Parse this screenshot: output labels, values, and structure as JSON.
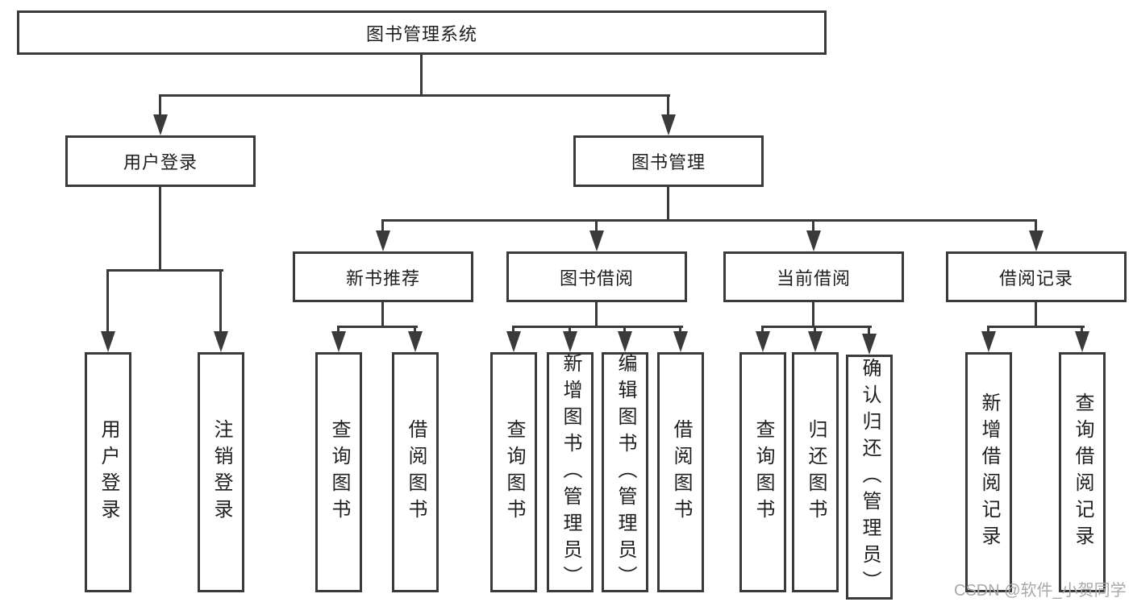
{
  "title": {
    "label": "图书管理系统"
  },
  "branches": {
    "user": {
      "label": "用户登录",
      "children": [
        {
          "label": "用户登录"
        },
        {
          "label": "注销登录"
        }
      ]
    },
    "book": {
      "label": "图书管理",
      "sections": [
        {
          "label": "新书推荐",
          "children": [
            {
              "label": "查询图书"
            },
            {
              "label": "借阅图书"
            }
          ]
        },
        {
          "label": "图书借阅",
          "children": [
            {
              "label": "查询图书"
            },
            {
              "label": "新增图书（管理员）"
            },
            {
              "label": "编辑图书（管理员）"
            },
            {
              "label": "借阅图书"
            }
          ]
        },
        {
          "label": "当前借阅",
          "children": [
            {
              "label": "查询图书"
            },
            {
              "label": "归还图书"
            },
            {
              "label": "确认归还（管理员）"
            }
          ]
        },
        {
          "label": "借阅记录",
          "children": [
            {
              "label": "新增借阅记录"
            },
            {
              "label": "查询借阅记录"
            }
          ]
        }
      ]
    }
  },
  "watermark": {
    "text": "CSDN @软件_小贺同学"
  },
  "colors": {
    "line": "#3a3a3a",
    "text": "#1f1f1f",
    "watermark": "#a9a9a9",
    "background": "#ffffff"
  }
}
